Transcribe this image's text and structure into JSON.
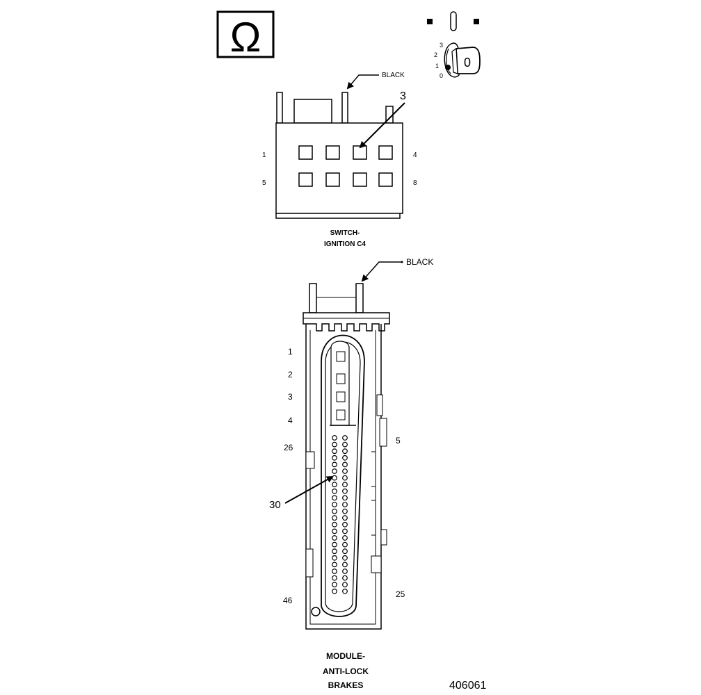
{
  "ignition_switch": {
    "pins": [
      "3",
      "2",
      "1",
      "0"
    ],
    "key_label": "0"
  },
  "connector_c4": {
    "wire_color": "BLACK",
    "callout_pin": "3",
    "pin_labels": {
      "top_left": "1",
      "top_right": "4",
      "bottom_left": "5",
      "bottom_right": "8"
    },
    "name_line1": "SWITCH-",
    "name_line2": "IGNITION C4"
  },
  "module_connector": {
    "wire_color": "BLACK",
    "callout_pin": "30",
    "left_labels": [
      "1",
      "2",
      "3",
      "4",
      "26"
    ],
    "right_top_label": "5",
    "bottom_left_label": "46",
    "bottom_right_label": "25",
    "name_line1": "MODULE-",
    "name_line2": "ANTI-LOCK",
    "name_line3": "BRAKES"
  },
  "figure_number": "406061"
}
